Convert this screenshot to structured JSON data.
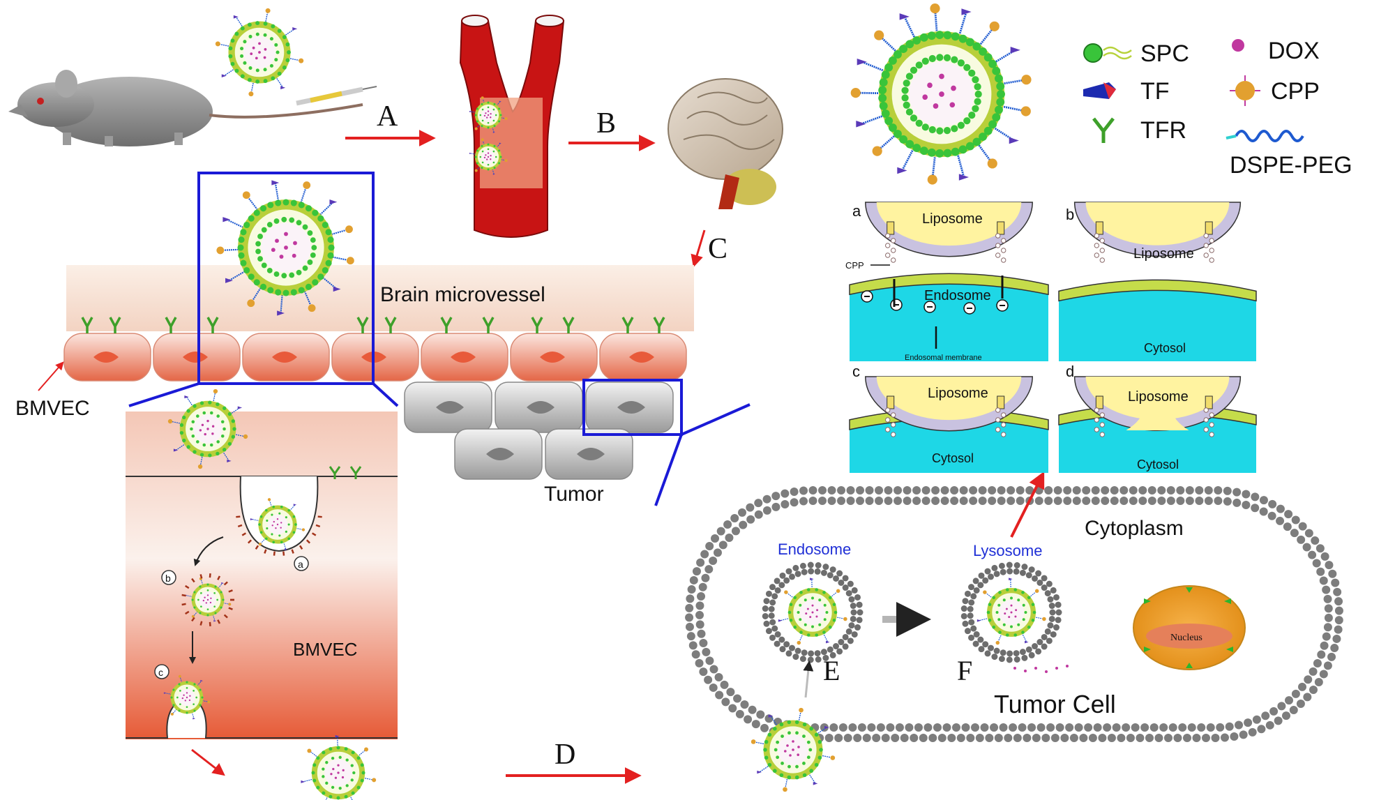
{
  "colors": {
    "arrow_red": "#e32020",
    "frame_blue": "#1a1ad6",
    "lipid_green": "#39c43a",
    "dox_magenta": "#c0389f",
    "cpp_orange": "#e2a030",
    "peg_blue": "#1e5ad0",
    "cytosol_cyan": "#1ed7e6",
    "membrane_lime": "#c5dc4a",
    "liposome_yellow": "#fff3a0",
    "vessel_pink": "#f6dfd5",
    "cell_red": "#e85a3a"
  },
  "steps": {
    "a": "A",
    "b": "B",
    "c": "C",
    "d": "D",
    "e": "E",
    "f": "F"
  },
  "labels": {
    "brain_microvessel": "Brain microvessel",
    "bmvec_outer": "BMVEC",
    "bmvec_inner": "BMVEC",
    "tumor": "Tumor",
    "cytoplasm": "Cytoplasm",
    "endosome_blue": "Endosome",
    "lysosome_blue": "Lysosome",
    "tumor_cell": "Tumor Cell",
    "nucleus": "Nucleus",
    "sub_a": "a",
    "sub_b": "b",
    "sub_c": "c"
  },
  "legend": {
    "spc": "SPC",
    "tf": "TF",
    "tfr": "TFR",
    "dox": "DOX",
    "cpp": "CPP",
    "dspe_peg": "DSPE-PEG"
  },
  "panels": {
    "a": {
      "letter": "a",
      "liposome": "Liposome",
      "endosome": "Endosome",
      "cpp": "CPP",
      "membrane_label": "Endosomal membrane"
    },
    "b": {
      "letter": "b",
      "liposome": "Liposome",
      "cytosol": "Cytosol"
    },
    "c": {
      "letter": "c",
      "liposome": "Liposome",
      "cytosol": "Cytosol"
    },
    "d": {
      "letter": "d",
      "liposome": "Liposome",
      "cytosol": "Cytosol"
    }
  }
}
